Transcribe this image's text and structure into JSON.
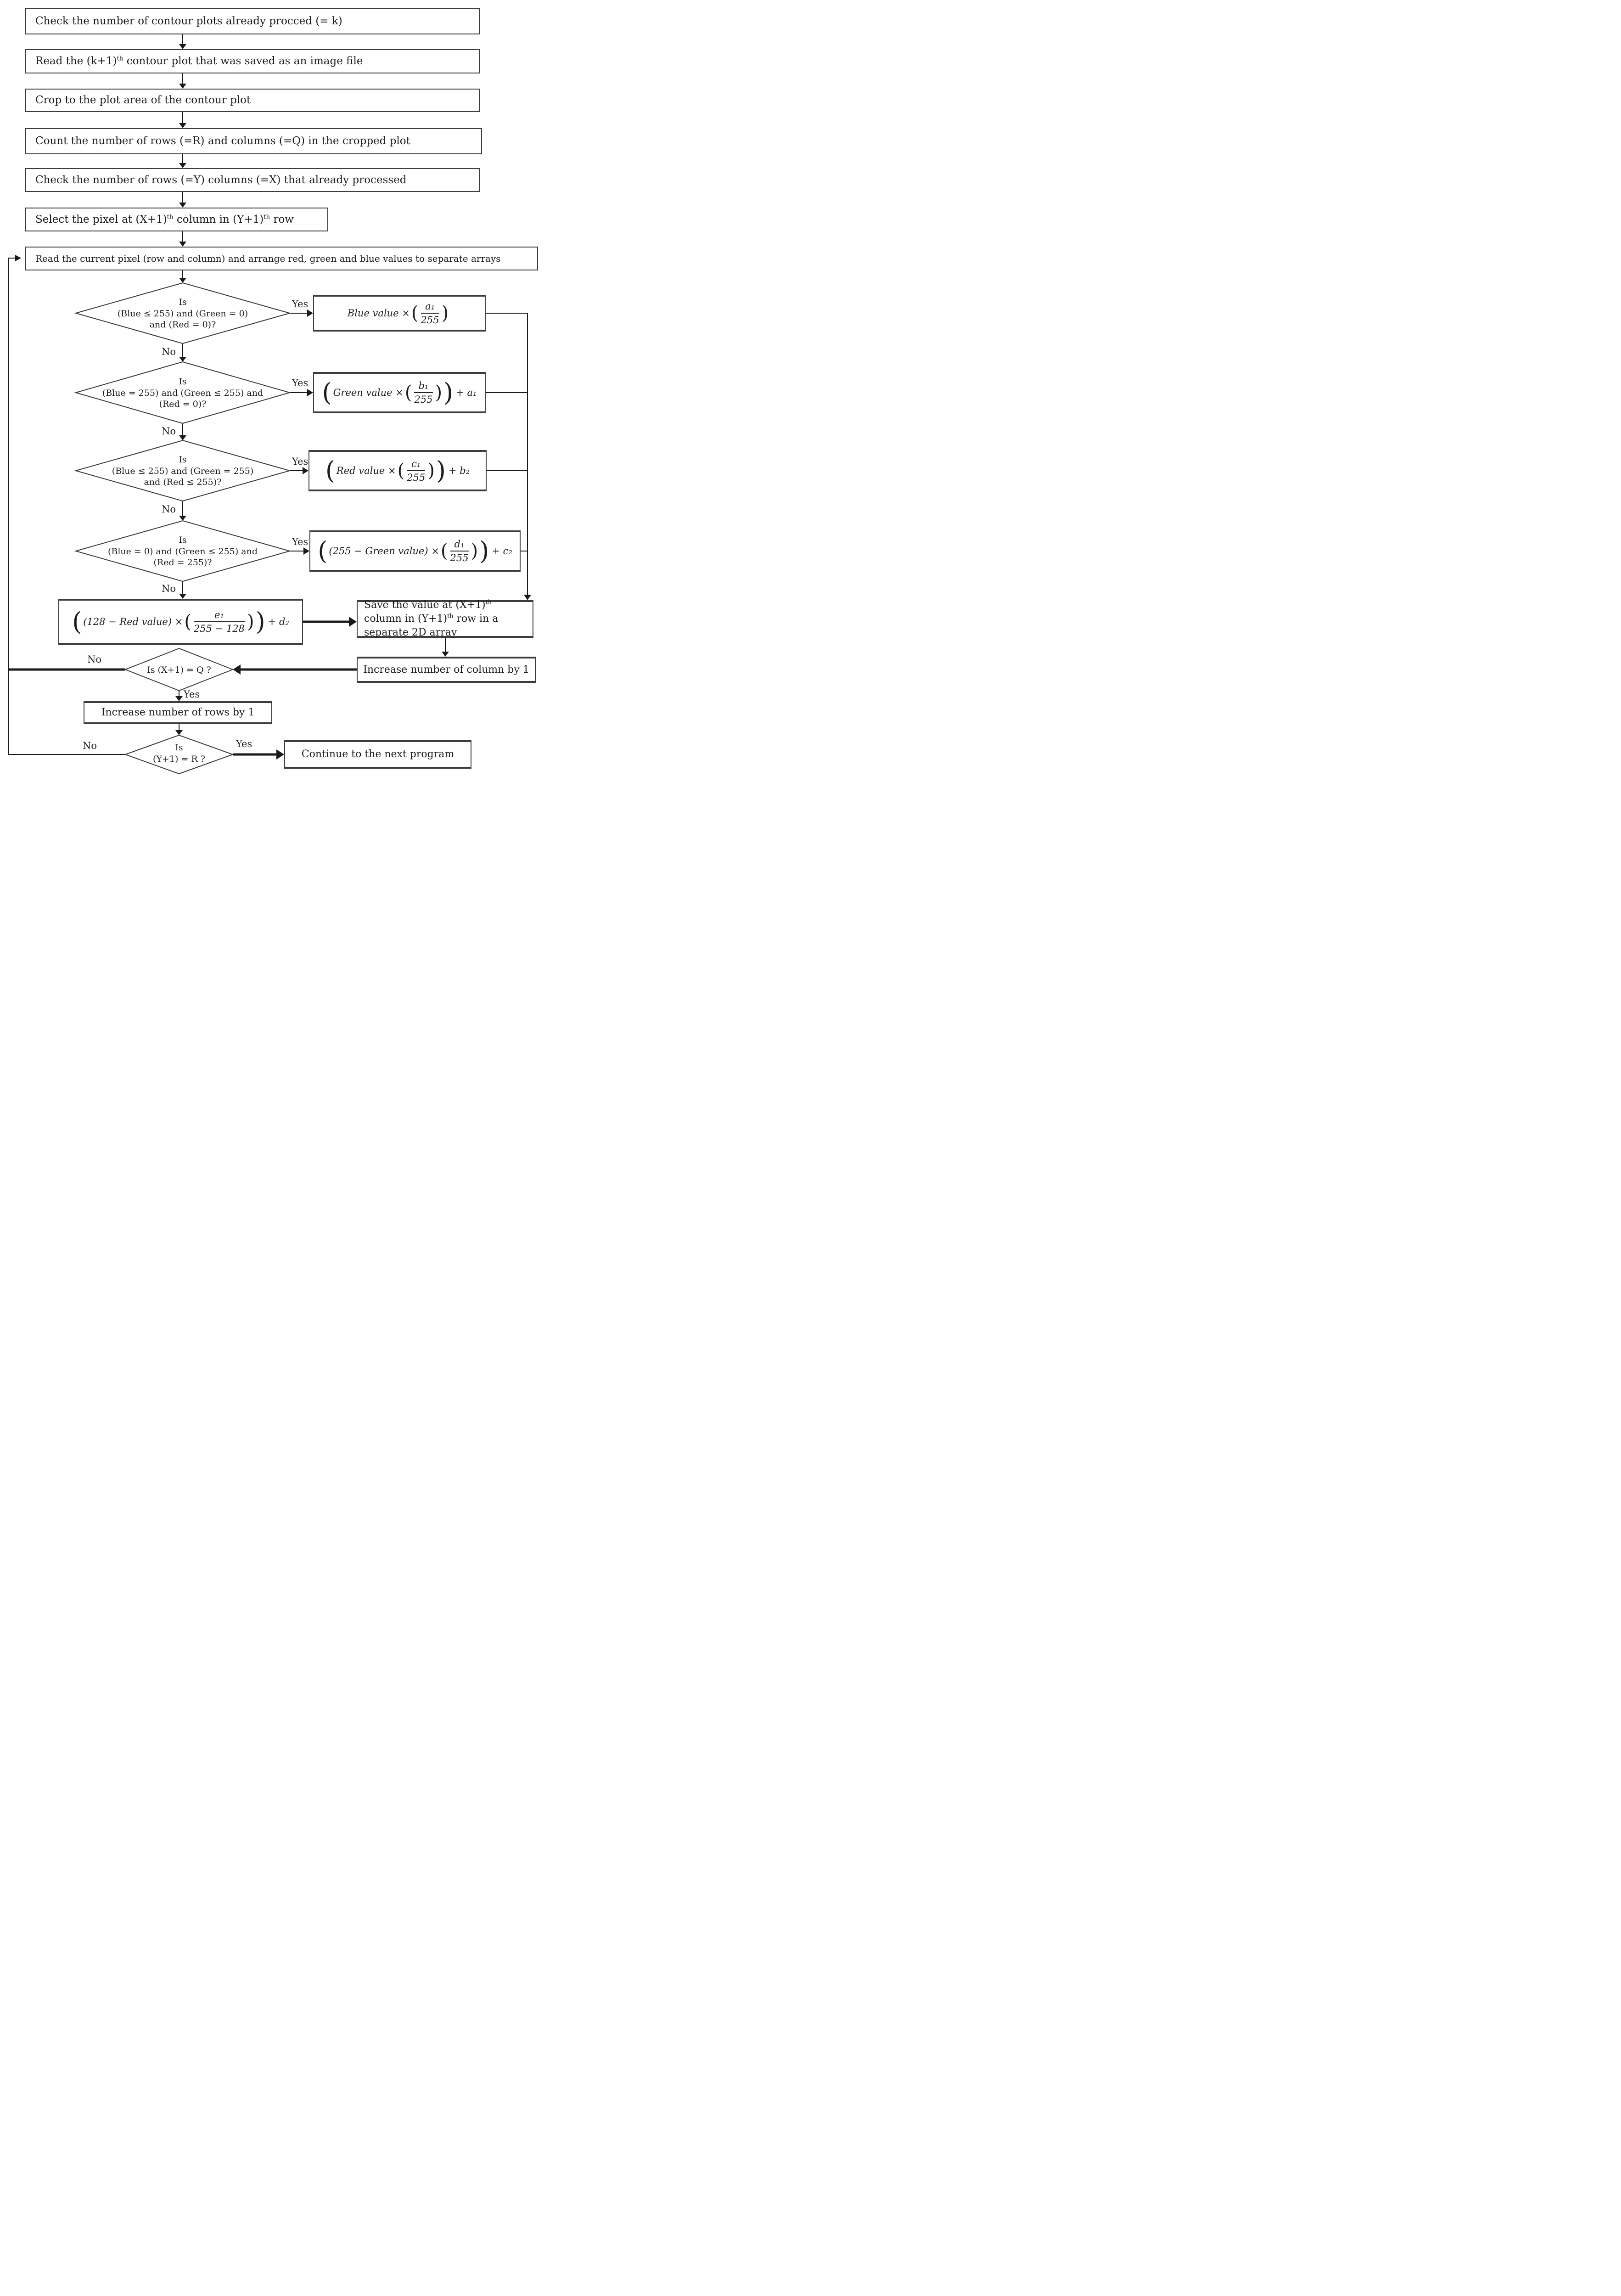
{
  "style": {
    "ink": "#1c1c1c",
    "box_border": "#3d3d3d",
    "background": "#ffffff"
  },
  "flow": {
    "boxes": {
      "b1": {
        "text": "Check the number of contour plots already procced (= k)"
      },
      "b2": {
        "a": "Read the (k+1)",
        "sup": "th",
        "b": " contour plot that was saved as an image file"
      },
      "b3": {
        "text": "Crop to the plot area of the contour plot"
      },
      "b4": {
        "text": "Count the number of rows (=R) and columns (=Q) in the cropped plot"
      },
      "b5": {
        "text": "Check the number of rows (=Y) columns (=X) that already processed"
      },
      "b6": {
        "a": "Select the pixel at (X+1)",
        "s1": "th",
        "b": " column in (Y+1)",
        "s2": "th",
        "c": " row"
      },
      "b7": {
        "text": "Read the current pixel (row and column) and arrange red, green and blue values to separate arrays"
      }
    },
    "decisions": {
      "d1": {
        "l1": "Is",
        "l2": "(Blue ≤ 255) and (Green = 0)",
        "l3": "and (Red = 0)?"
      },
      "d2": {
        "l1": "Is",
        "l2": "(Blue = 255) and (Green ≤ 255) and",
        "l3": "(Red = 0)?"
      },
      "d3": {
        "l1": "Is",
        "l2": "(Blue ≤ 255) and (Green = 255)",
        "l3": "and (Red ≤ 255)?"
      },
      "d4": {
        "l1": "Is",
        "l2": "(Blue = 0) and (Green ≤ 255) and",
        "l3": "(Red = 255)?"
      },
      "d5": {
        "l1": "Is (X+1) = Q ?"
      },
      "d6": {
        "l1": "Is",
        "l2": "(Y+1) = R ?"
      }
    },
    "formulas": {
      "f1": {
        "open": "",
        "pre": "Blue value ×",
        "iopen": "(",
        "num": "a₁",
        "den": "255",
        "iclose": ")",
        "close": "",
        "suffix": ""
      },
      "f2": {
        "open": "(",
        "pre": "Green value ×",
        "iopen": "(",
        "num": "b₁",
        "den": "255",
        "iclose": ")",
        "close": ")",
        "suffix": "+ a₁"
      },
      "f3": {
        "open": "(",
        "pre": "Red value ×",
        "iopen": "(",
        "num": "c₁",
        "den": "255",
        "iclose": ")",
        "close": ")",
        "suffix": "+ b₂"
      },
      "f4": {
        "open": "(",
        "pre": "(255 − Green value) ×",
        "iopen": "(",
        "num": "d₁",
        "den": "255",
        "iclose": ")",
        "close": ")",
        "suffix": "+ c₂"
      },
      "f5": {
        "open": "(",
        "pre": "(128 − Red value) ×",
        "iopen": "(",
        "num": "e₁",
        "den": "255 − 128",
        "iclose": ")",
        "close": ")",
        "suffix": "+ d₂"
      }
    },
    "actions": {
      "save": {
        "a": "Save the value at (X+1)",
        "s1": "th",
        "b": " column in (Y+1)",
        "s2": "th",
        "c": " row in a separate 2D array"
      },
      "inc_col": {
        "text": "Increase number of column by 1"
      },
      "inc_row": {
        "text": "Increase number of rows by 1"
      },
      "continue": {
        "text": "Continue to the next program"
      }
    },
    "labels": {
      "yes": "Yes",
      "no": "No"
    }
  }
}
